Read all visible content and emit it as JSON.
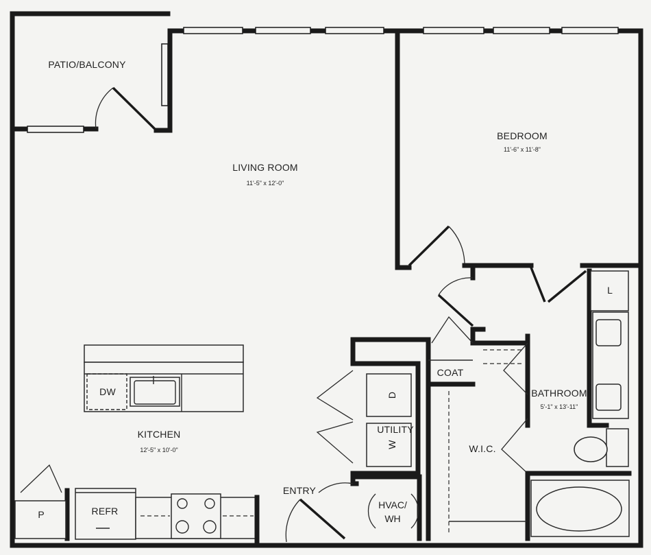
{
  "rooms": {
    "patio": {
      "name": "PATIO/BALCONY"
    },
    "living": {
      "name": "LIVING ROOM",
      "dims": "11'-5\" x 12'-0\""
    },
    "bedroom": {
      "name": "BEDROOM",
      "dims": "11'-6\" x 11'-8\""
    },
    "kitchen": {
      "name": "KITCHEN",
      "dims": "12'-5\" x 10'-0\""
    },
    "bathroom": {
      "name": "BATHROOM",
      "dims": "5'-1\" x 13'-11\""
    },
    "utility": {
      "name": "UTILITY"
    },
    "wic": {
      "name": "W.I.C."
    },
    "coat": {
      "name": "COAT"
    },
    "entry": {
      "name": "ENTRY"
    },
    "hvac": {
      "line1": "HVAC/",
      "line2": "WH"
    },
    "pantry": {
      "name": "P"
    }
  },
  "fixtures": {
    "dishwasher": "DW",
    "refrigerator": "REFR",
    "linen": "L",
    "washer": "W",
    "dryer": "D"
  }
}
